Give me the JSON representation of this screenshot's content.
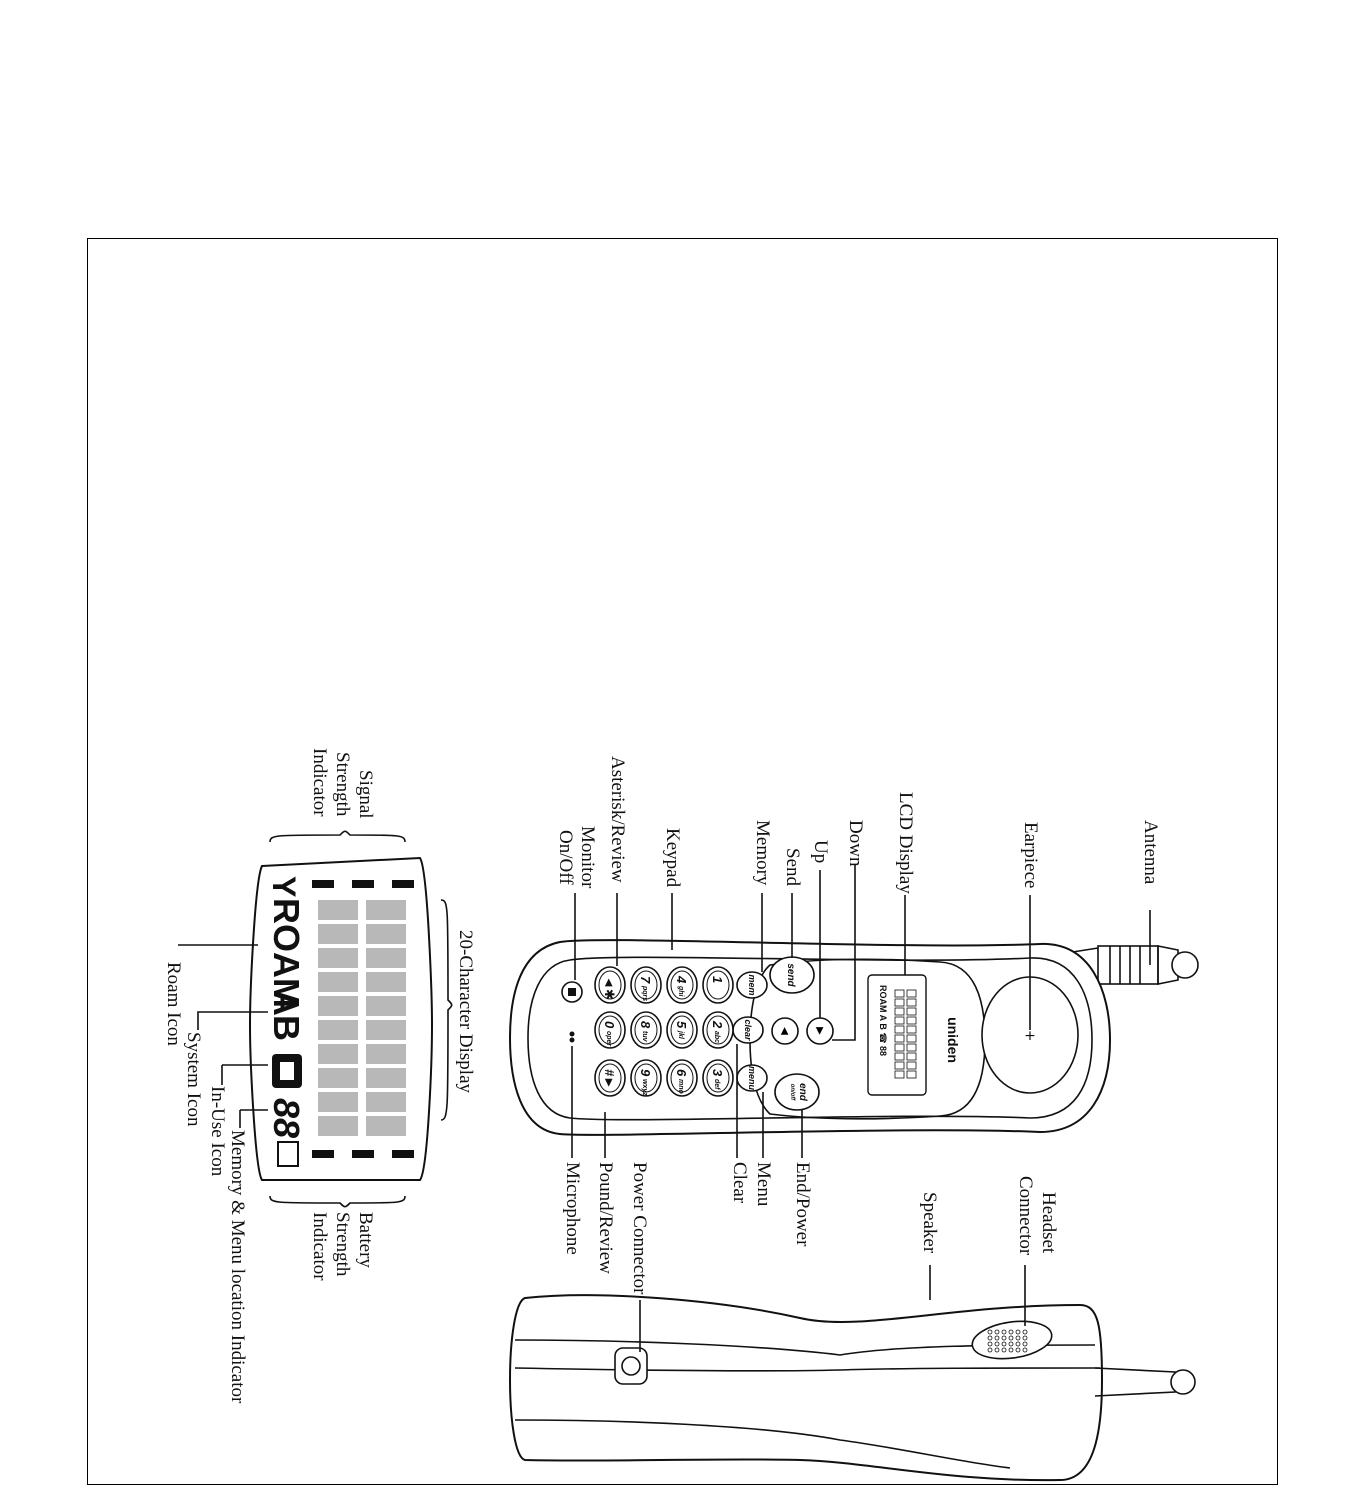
{
  "brand": "uniden",
  "lcd": {
    "roam": "ROAM",
    "system_a": "A",
    "system_b": "B",
    "memory_digits": "88"
  },
  "keys": {
    "send": "send",
    "mem": "mem",
    "clear": "clear",
    "menu": "menu",
    "end": "end",
    "end_sub": "on/off",
    "k1": "1",
    "k2": "2",
    "k2_sub": "abc",
    "k3": "3",
    "k3_sub": "def",
    "k4": "4",
    "k4_sub": "ghi",
    "k5": "5",
    "k5_sub": "jkl",
    "k6": "6",
    "k6_sub": "mno",
    "k7": "7",
    "k7_sub": "pqrs",
    "k8": "8",
    "k8_sub": "tuv",
    "k9": "9",
    "k9_sub": "wxyz",
    "k0": "0",
    "k0_sub": "oper",
    "star": "◄✱",
    "pound": "#►"
  },
  "labels": {
    "antenna": "Antenna",
    "earpiece": "Earpiece",
    "lcd_display": "LCD Display",
    "down": "Down",
    "up": "Up",
    "send": "Send",
    "memory": "Memory",
    "keypad": "Keypad",
    "asterisk_review": "Asterisk/Review",
    "monitor_1": "Monitor",
    "monitor_2": "On/Off",
    "end_power": "End/Power",
    "menu": "Menu",
    "clear": "Clear",
    "pound_review": "Pound/Review",
    "microphone": "Microphone",
    "headset_1": "Headset",
    "headset_2": "Connector",
    "speaker": "Speaker",
    "power_connector": "Power Connector",
    "signal_1": "Signal",
    "signal_2": "Strength",
    "signal_3": "Indicator",
    "twenty_char": "20-Character Display",
    "roam_icon": "Roam Icon",
    "system_icon": "System Icon",
    "in_use_icon": "In-Use Icon",
    "memory_menu_location": "Memory & Menu location Indicator",
    "battery_1": "Battery",
    "battery_2": "Strength",
    "battery_3": "Indicator"
  }
}
